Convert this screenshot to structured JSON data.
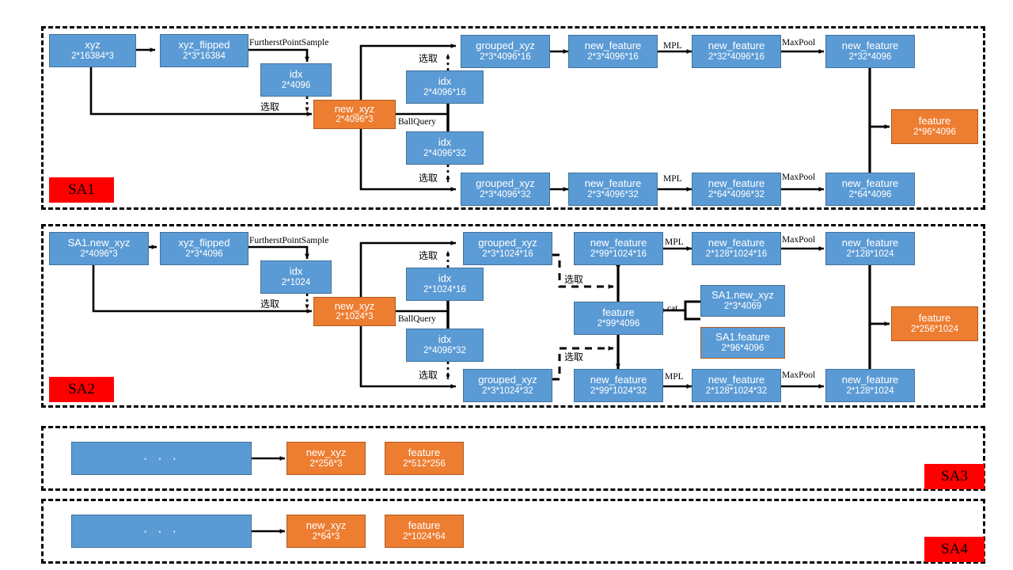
{
  "diagram": {
    "title": "PointNet++ Set Abstraction tensor-shape flow",
    "colors": {
      "blue": "#5B9BD5",
      "blue_border": "#41719C",
      "orange": "#ED7D31",
      "orange_border": "#AE5A21",
      "tag_red": "#FF0000",
      "edge": "#000000"
    },
    "groups": [
      {
        "id": "sa1",
        "tag": "SA1"
      },
      {
        "id": "sa2",
        "tag": "SA2"
      },
      {
        "id": "sa3",
        "tag": "SA3"
      },
      {
        "id": "sa4",
        "tag": "SA4"
      }
    ],
    "sa1": {
      "nodes": {
        "xyz": {
          "name": "xyz",
          "dim": "2*16384*3"
        },
        "xyz_flipped": {
          "name": "xyz_flipped",
          "dim": "2*3*16384"
        },
        "idx_fps": {
          "name": "idx",
          "dim": "2*4096"
        },
        "new_xyz": {
          "name": "new_xyz",
          "dim": "2*4096*3"
        },
        "idx16": {
          "name": "idx",
          "dim": "2*4096*16"
        },
        "idx32": {
          "name": "idx",
          "dim": "2*4096*32"
        },
        "grouped16": {
          "name": "grouped_xyz",
          "dim": "2*3*4096*16"
        },
        "grouped32": {
          "name": "grouped_xyz",
          "dim": "2*3*4096*32"
        },
        "nf16_a": {
          "name": "new_feature",
          "dim": "2*3*4096*16"
        },
        "nf32_a": {
          "name": "new_feature",
          "dim": "2*3*4096*32"
        },
        "nf16_b": {
          "name": "new_feature",
          "dim": "2*32*4096*16"
        },
        "nf32_b": {
          "name": "new_feature",
          "dim": "2*64*4096*32"
        },
        "nf16_c": {
          "name": "new_feature",
          "dim": "2*32*4096"
        },
        "nf32_c": {
          "name": "new_feature",
          "dim": "2*64*4096"
        },
        "feature": {
          "name": "feature",
          "dim": "2*96*4096"
        }
      },
      "labels": {
        "fps": "FurtherstPointSample",
        "select_fps": "选取",
        "ballquery": "BallQuery",
        "select_top": "选取",
        "select_bottom": "选取",
        "mpl_top": "MPL",
        "mpl_bottom": "MPL",
        "maxpool_top": "MaxPool",
        "maxpool_bottom": "MaxPool"
      }
    },
    "sa2": {
      "nodes": {
        "sa1_new_xyz": {
          "name": "SA1.new_xyz",
          "dim": "2*4096*3"
        },
        "xyz_flipped": {
          "name": "xyz_flipped",
          "dim": "2*3*4096"
        },
        "idx_fps": {
          "name": "idx",
          "dim": "2*1024"
        },
        "new_xyz": {
          "name": "new_xyz",
          "dim": "2*1024*3"
        },
        "idx16": {
          "name": "idx",
          "dim": "2*1024*16"
        },
        "idx32": {
          "name": "idx",
          "dim": "2*4096*32"
        },
        "grouped16": {
          "name": "grouped_xyz",
          "dim": "2*3*1024*16"
        },
        "grouped32": {
          "name": "grouped_xyz",
          "dim": "2*3*1024*32"
        },
        "nf16_a": {
          "name": "new_feature",
          "dim": "2*99*1024*16"
        },
        "nf32_a": {
          "name": "new_feature",
          "dim": "2*99*1024*32"
        },
        "nf16_b": {
          "name": "new_feature",
          "dim": "2*128*1024*16"
        },
        "nf32_b": {
          "name": "new_feature",
          "dim": "2*128*1024*32"
        },
        "nf16_c": {
          "name": "new_feature",
          "dim": "2*128*1024"
        },
        "nf32_c": {
          "name": "new_feature",
          "dim": "2*128*1024"
        },
        "feature_mid": {
          "name": "feature",
          "dim": "2*99*4096"
        },
        "cat_xyz": {
          "name": "SA1.new_xyz",
          "dim": "2*3*4069"
        },
        "cat_feature": {
          "name": "SA1.feature",
          "dim": "2*96*4096"
        },
        "feature_out": {
          "name": "feature",
          "dim": "2*256*1024"
        }
      },
      "labels": {
        "fps": "FurtherstPointSample",
        "select_fps": "选取",
        "ballquery": "BallQuery",
        "select_top": "选取",
        "select_bottom": "选取",
        "select_feat_top": "选取",
        "select_feat_bottom": "选取",
        "cat": "cat",
        "mpl_top": "MPL",
        "mpl_bottom": "MPL",
        "maxpool_top": "MaxPool",
        "maxpool_bottom": "MaxPool"
      }
    },
    "sa3": {
      "ellipsis": "· · ·",
      "nodes": {
        "new_xyz": {
          "name": "new_xyz",
          "dim": "2*256*3"
        },
        "feature": {
          "name": "feature",
          "dim": "2*512*256"
        }
      }
    },
    "sa4": {
      "ellipsis": "· · ·",
      "nodes": {
        "new_xyz": {
          "name": "new_xyz",
          "dim": "2*64*3"
        },
        "feature": {
          "name": "feature",
          "dim": "2*1024*64"
        }
      }
    }
  }
}
